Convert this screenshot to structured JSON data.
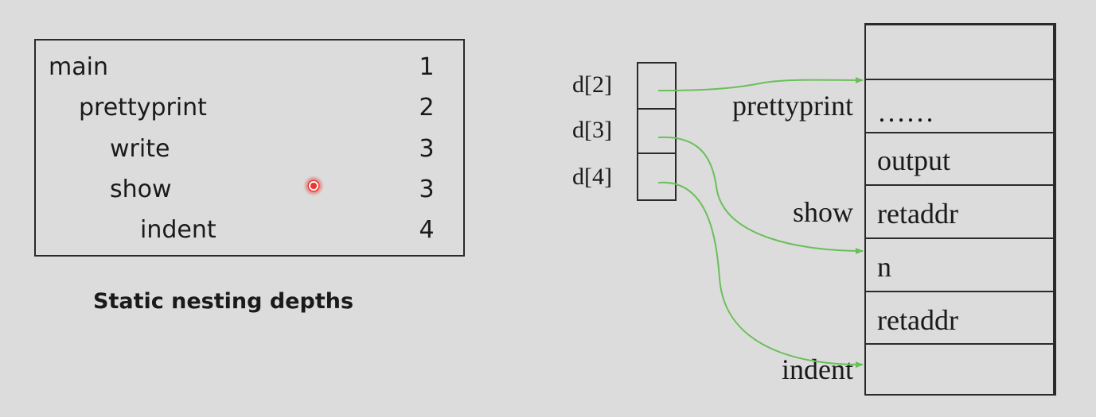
{
  "nesting_table": {
    "rows": [
      {
        "procedure": "main",
        "depth": "1"
      },
      {
        "procedure": "prettyprint",
        "depth": "2"
      },
      {
        "procedure": "write",
        "depth": "3"
      },
      {
        "procedure": "show",
        "depth": "3"
      },
      {
        "procedure": "indent",
        "depth": "4"
      }
    ],
    "caption": "Static nesting depths"
  },
  "display": {
    "labels": [
      "d[2]",
      "d[3]",
      "d[4]"
    ]
  },
  "stack": {
    "slots": [
      "",
      "……",
      "output",
      "retaddr",
      "n",
      "retaddr",
      ""
    ],
    "frame_labels": {
      "prettyprint": "prettyprint",
      "show": "show",
      "indent": "indent"
    }
  },
  "colors": {
    "background": "#dcdcdc",
    "lines": "#2a2a2a",
    "pointer_arrows": "#6abf5a",
    "cursor": "#e53935"
  }
}
